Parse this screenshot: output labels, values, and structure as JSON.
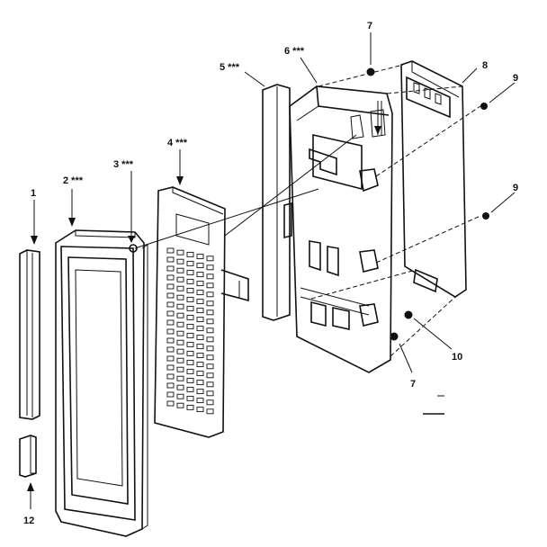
{
  "diagram": {
    "labels": {
      "p1": "1",
      "p2": "2 ***",
      "p3": "3 ***",
      "p4": "4 ***",
      "p5": "5 ***",
      "p6": "6 ***",
      "p7a": "7",
      "p7b": "7",
      "p8": "8",
      "p9a": "9",
      "p9b": "9",
      "p10": "10",
      "p12": "12"
    }
  }
}
